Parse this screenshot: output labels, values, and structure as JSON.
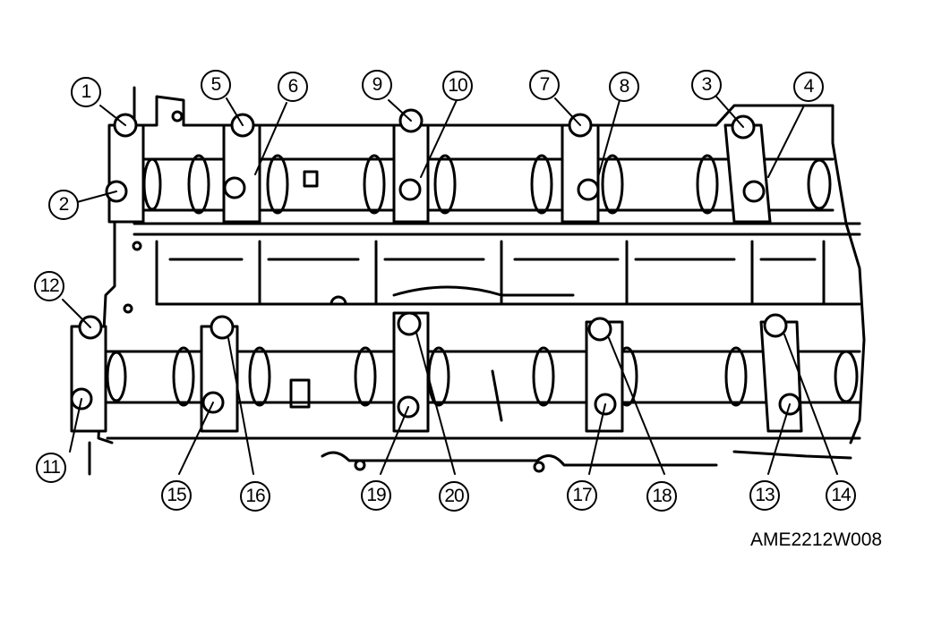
{
  "figure": {
    "code": "AME2212W008",
    "callouts": [
      {
        "label": "1"
      },
      {
        "label": "2"
      },
      {
        "label": "3"
      },
      {
        "label": "4"
      },
      {
        "label": "5"
      },
      {
        "label": "6"
      },
      {
        "label": "7"
      },
      {
        "label": "8"
      },
      {
        "label": "9"
      },
      {
        "label": "10"
      },
      {
        "label": "11"
      },
      {
        "label": "12"
      },
      {
        "label": "13"
      },
      {
        "label": "14"
      },
      {
        "label": "15"
      },
      {
        "label": "16"
      },
      {
        "label": "17"
      },
      {
        "label": "18"
      },
      {
        "label": "19"
      },
      {
        "label": "20"
      }
    ]
  },
  "colors": {
    "ink": "#000000",
    "paper": "#ffffff"
  }
}
